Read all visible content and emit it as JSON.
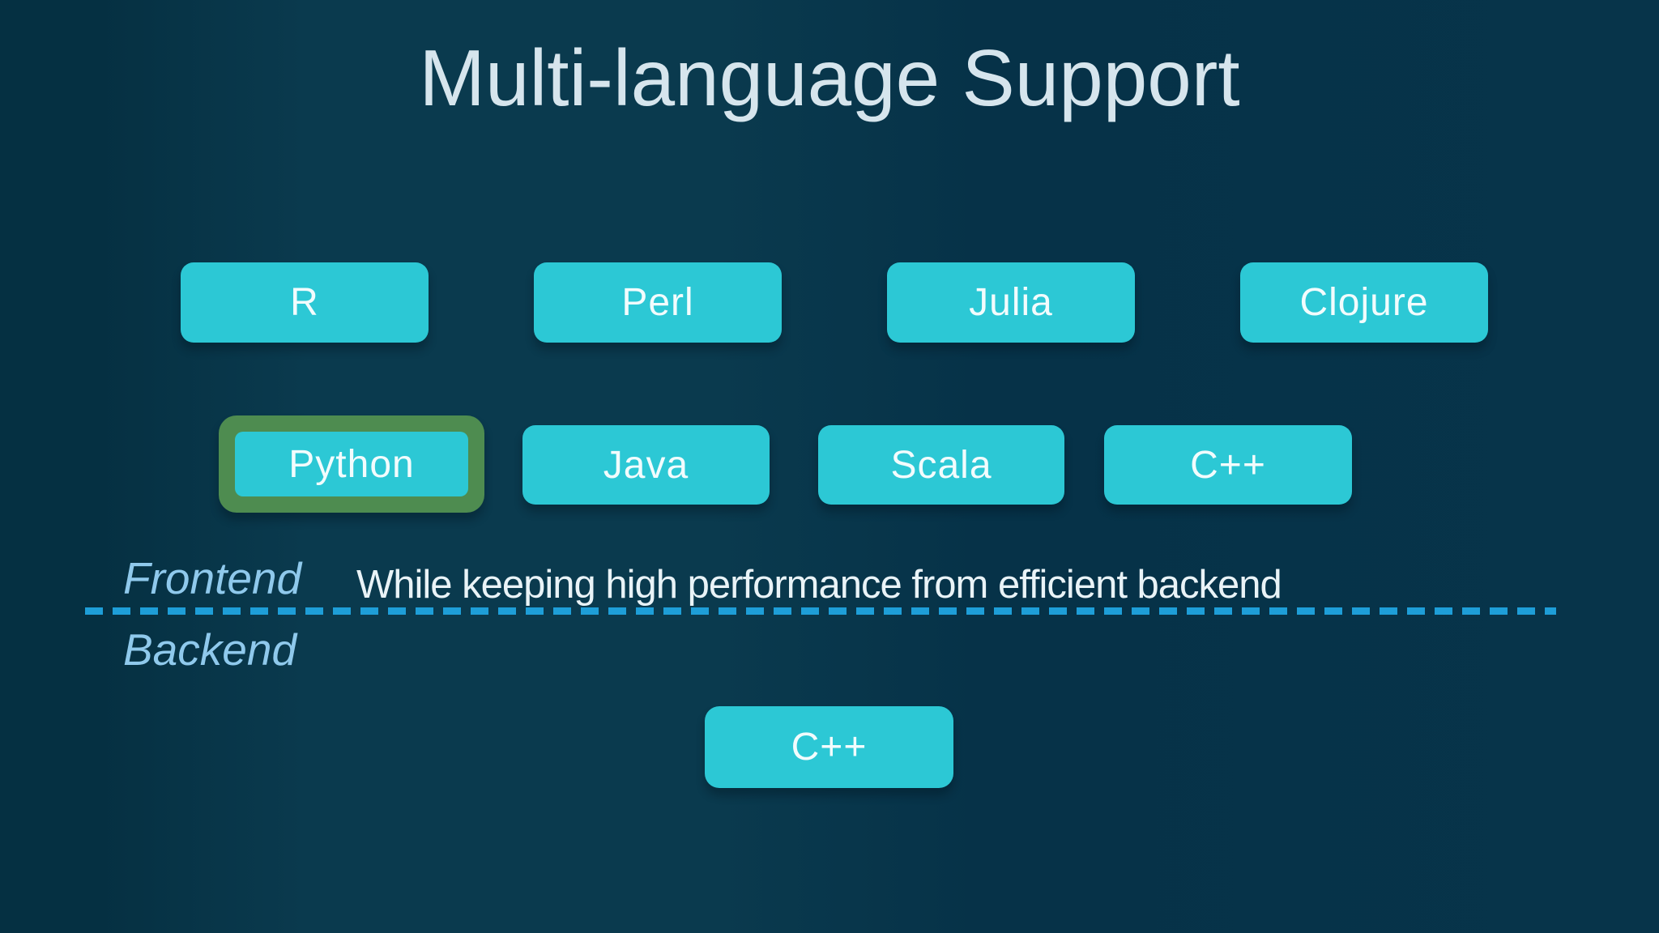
{
  "slide": {
    "title": "Multi-language Support",
    "caption": "While keeping high performance from efficient backend",
    "sections": {
      "frontend_label": "Frontend",
      "backend_label": "Backend"
    },
    "frontend_languages_row1": [
      "R",
      "Perl",
      "Julia",
      "Clojure"
    ],
    "frontend_languages_row2": [
      "Python",
      "Java",
      "Scala",
      "C++"
    ],
    "highlighted_language": "Python",
    "backend_language": "C++",
    "colors": {
      "background": "#073449",
      "box_fill": "#2cc8d5",
      "highlight_ring": "#4e8c50",
      "divider_dash": "#1e9ed8",
      "section_label_text": "#8fc9ec",
      "title_text": "#d6e5ed",
      "box_text": "#f2fcfd",
      "caption_text": "#e9f3f7"
    }
  }
}
